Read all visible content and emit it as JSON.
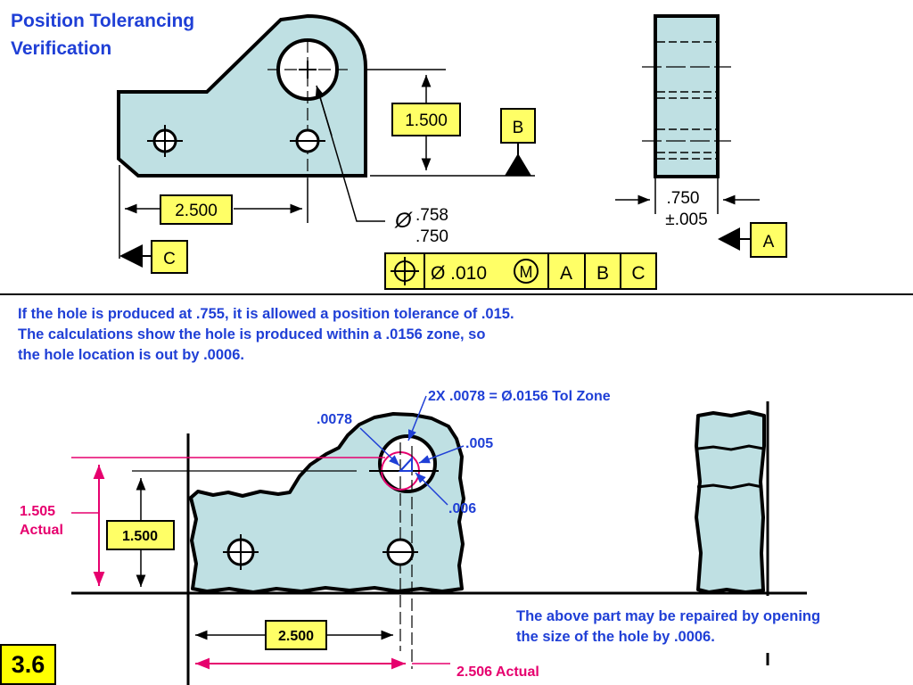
{
  "title": "Position Tolerancing Verification",
  "slide_number": "3.6",
  "colors": {
    "part_fill": "#bfe0e3",
    "title_blue": "#1f3fd6",
    "actual_magenta": "#e6006e",
    "highlight_yellow": "#ffff66"
  },
  "top_drawing": {
    "basic_dim_height": "1.500",
    "basic_dim_width": "2.500",
    "datum_b": "B",
    "datum_c": "C",
    "datum_a": "A",
    "hole_size_upper": ".758",
    "hole_size_lower": ".750",
    "hole_diameter_symbol": "Ø",
    "side_thickness": ".750",
    "side_tolerance": "±.005",
    "feature_control_frame": {
      "tolerance": "Ø .010",
      "modifier": "M",
      "datums": [
        "A",
        "B",
        "C"
      ]
    }
  },
  "explanation": [
    "If the hole is produced at .755, it is allowed a position tolerance of .015.",
    "The calculations show the hole is produced within a .0156 zone, so",
    "the hole location is out by .0006."
  ],
  "bottom_drawing": {
    "tol_zone_label": "2X .0078 = Ø.0156 Tol Zone",
    "offset_radial": ".0078",
    "offset_x": ".005",
    "offset_y": ".006",
    "actual_height": [
      "1.505",
      "Actual"
    ],
    "basic_height": "1.500",
    "basic_width": "2.500",
    "actual_width": "2.506 Actual"
  },
  "repair_note": [
    "The above part may be repaired by opening",
    "the size of the hole by .0006."
  ]
}
